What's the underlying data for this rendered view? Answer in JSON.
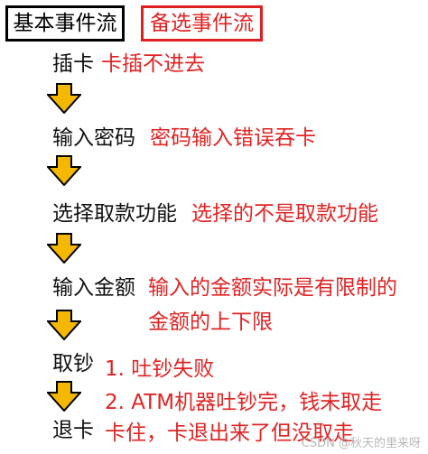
{
  "header": {
    "basic_flow": "基本事件流",
    "alternate_flow": "备选事件流"
  },
  "steps": [
    {
      "label": "插卡",
      "alternates": [
        "卡插不进去"
      ]
    },
    {
      "label": "输入密码",
      "alternates": [
        "密码输入错误吞卡"
      ]
    },
    {
      "label": "选择取款功能",
      "alternates": [
        "选择的不是取款功能"
      ]
    },
    {
      "label": "输入金额",
      "alternates": [
        "输入的金额实际是有限制的",
        "金额的上下限"
      ]
    },
    {
      "label": "取钞",
      "alternates": [
        "1. 吐钞失败",
        "2. ATM机器吐钞完，钱未取走",
        "卡住，卡退出来了但没取走"
      ]
    },
    {
      "label": "退卡",
      "alternates": []
    }
  ],
  "watermark": "CSDN @秋天的里来呀",
  "colors": {
    "alternate_text": "#e02424",
    "alternate_border": "#e02020",
    "arrow_fill": "#f5b800",
    "arrow_stroke": "#000000"
  }
}
